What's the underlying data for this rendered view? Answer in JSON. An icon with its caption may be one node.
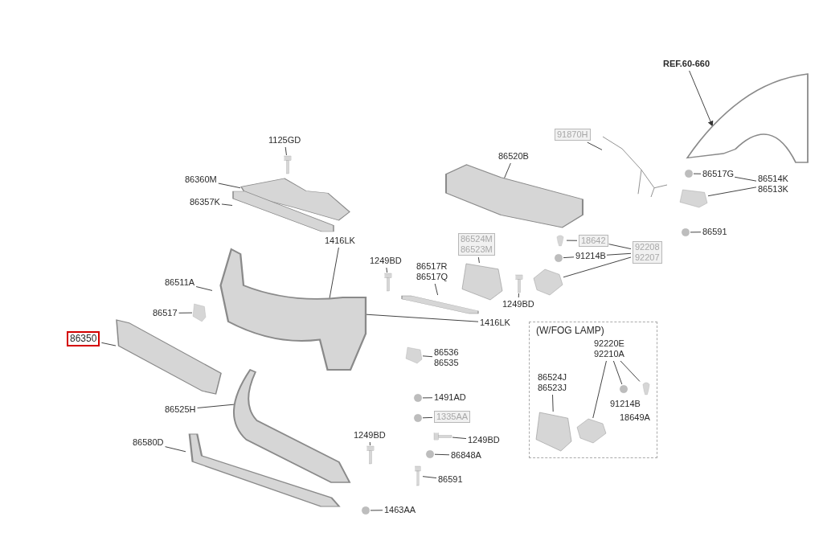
{
  "diagram": {
    "nodes": [
      {
        "text": [
          "REF.60-660"
        ]
      },
      {
        "text": [],
        "shape": "picture"
      },
      {
        "text": [
          "1125GD"
        ]
      },
      {
        "text": [],
        "shape": "picture"
      },
      {
        "text": [
          "91870H"
        ]
      },
      {
        "text": [],
        "shape": "picture"
      },
      {
        "text": [
          "86360M"
        ]
      },
      {
        "text": [],
        "shape": "picture"
      },
      {
        "text": [
          "86520B"
        ]
      },
      {
        "text": [],
        "shape": "picture"
      },
      {
        "text": [
          "86517G"
        ]
      },
      {
        "text": [],
        "shape": "circle"
      },
      {
        "text": [
          "86514K",
          "86513K"
        ]
      },
      {
        "text": [],
        "shape": "picture"
      },
      {
        "text": [
          "86357K"
        ]
      },
      {
        "text": [],
        "shape": "picture"
      },
      {
        "text": [
          "86591"
        ]
      },
      {
        "text": [],
        "shape": "circle"
      },
      {
        "text": [
          "86524M",
          "86523M"
        ]
      },
      {
        "text": [],
        "shape": "picture"
      },
      {
        "text": [
          "18642"
        ]
      },
      {
        "text": [],
        "shape": "picture"
      },
      {
        "text": [
          "92208",
          "92207"
        ]
      },
      {
        "text": [
          "91214B"
        ]
      },
      {
        "text": [],
        "shape": "circle"
      },
      {
        "text": [],
        "shape": "picture"
      },
      {
        "text": [
          "1249BD"
        ]
      },
      {
        "text": [],
        "shape": "picture"
      },
      {
        "text": [
          "86517R",
          "86517Q"
        ]
      },
      {
        "text": [],
        "shape": "picture"
      },
      {
        "text": [
          "86511A"
        ]
      },
      {
        "text": [],
        "shape": "picture"
      },
      {
        "text": [
          "1249BD"
        ]
      },
      {
        "text": [],
        "shape": "picture"
      },
      {
        "text": [
          "1416LK"
        ]
      },
      {
        "text": [
          "86517"
        ]
      },
      {
        "text": [],
        "shape": "picture"
      },
      {
        "text": [
          "1416LK"
        ]
      },
      {
        "text": [
          "(W/FOG LAMP)"
        ]
      },
      {
        "text": [
          "92220E",
          "92210A"
        ],
        "in": 38
      },
      {
        "text": [
          "86524J",
          "86523J"
        ],
        "in": 38
      },
      {
        "text": [],
        "shape": "picture",
        "in": 38
      },
      {
        "text": [],
        "shape": "picture",
        "in": 38
      },
      {
        "text": [],
        "shape": "circle",
        "in": 38
      },
      {
        "text": [],
        "shape": "picture",
        "in": 38
      },
      {
        "text": [
          "86350"
        ]
      },
      {
        "text": [],
        "shape": "picture"
      },
      {
        "text": [
          "86536",
          "86535"
        ]
      },
      {
        "text": [],
        "shape": "picture"
      },
      {
        "text": [
          "1491AD"
        ]
      },
      {
        "text": [],
        "shape": "circle"
      },
      {
        "text": [
          "86525H"
        ]
      },
      {
        "text": [],
        "shape": "picture"
      },
      {
        "text": [
          "1335AA"
        ]
      },
      {
        "text": [],
        "shape": "circle"
      },
      {
        "text": [
          "1249BD"
        ]
      },
      {
        "text": [],
        "shape": "picture"
      },
      {
        "text": [
          "1249BD"
        ]
      },
      {
        "text": [],
        "shape": "picture"
      },
      {
        "text": [
          "86580D"
        ]
      },
      {
        "text": [],
        "shape": "picture"
      },
      {
        "text": [
          "86848A"
        ]
      },
      {
        "text": [],
        "shape": "circle"
      },
      {
        "text": [
          "86591"
        ]
      },
      {
        "text": [],
        "shape": "picture"
      },
      {
        "text": [
          "1463AA"
        ]
      },
      {
        "text": [],
        "shape": "circle"
      }
    ],
    "edges": [
      {
        "from": 0,
        "to": 1,
        "arrow": "to"
      },
      {
        "from": 2,
        "to": 3,
        "arrow": "none"
      },
      {
        "from": 4,
        "to": 5,
        "arrow": "none"
      },
      {
        "from": 6,
        "to": 7,
        "arrow": "none"
      },
      {
        "from": 8,
        "to": 9,
        "arrow": "none"
      },
      {
        "from": 10,
        "to": 11,
        "arrow": "none"
      },
      {
        "from": 12,
        "to": 10,
        "arrow": "none"
      },
      {
        "from": 12,
        "to": 13,
        "arrow": "none"
      },
      {
        "from": 14,
        "to": 15,
        "arrow": "none"
      },
      {
        "from": 16,
        "to": 17,
        "arrow": "none"
      },
      {
        "from": 18,
        "to": 19,
        "arrow": "none"
      },
      {
        "from": 20,
        "to": 21,
        "arrow": "none"
      },
      {
        "from": 22,
        "to": 20,
        "arrow": "none"
      },
      {
        "from": 22,
        "to": 23,
        "arrow": "none"
      },
      {
        "from": 22,
        "to": 25,
        "arrow": "none"
      },
      {
        "from": 23,
        "to": 24,
        "arrow": "none"
      },
      {
        "from": 26,
        "to": 27,
        "arrow": "none"
      },
      {
        "from": 28,
        "to": 29,
        "arrow": "none"
      },
      {
        "from": 30,
        "to": 31,
        "arrow": "none"
      },
      {
        "from": 32,
        "to": 33,
        "arrow": "none"
      },
      {
        "from": 34,
        "to": 31,
        "arrow": "none"
      },
      {
        "from": 35,
        "to": 36,
        "arrow": "none"
      },
      {
        "from": 37,
        "to": 31,
        "arrow": "none"
      },
      {
        "from": 39,
        "to": 42,
        "arrow": "none"
      },
      {
        "from": 39,
        "to": 43,
        "arrow": "none"
      },
      {
        "from": 39,
        "to": 44,
        "arrow": "none"
      },
      {
        "from": 40,
        "to": 41,
        "arrow": "none"
      },
      {
        "from": 45,
        "to": 46,
        "arrow": "none"
      },
      {
        "from": 47,
        "to": 48,
        "arrow": "none"
      },
      {
        "from": 49,
        "to": 50,
        "arrow": "none"
      },
      {
        "from": 51,
        "to": 52,
        "arrow": "none"
      },
      {
        "from": 53,
        "to": 54,
        "arrow": "none"
      },
      {
        "from": 55,
        "to": 56,
        "arrow": "none"
      },
      {
        "from": 57,
        "to": 58,
        "arrow": "none"
      },
      {
        "from": 59,
        "to": 60,
        "arrow": "none"
      },
      {
        "from": 61,
        "to": 62,
        "arrow": "none"
      },
      {
        "from": 63,
        "to": 64,
        "arrow": "none"
      },
      {
        "from": 65,
        "to": 66,
        "arrow": "none"
      }
    ],
    "labels": [
      "91214B",
      "18649A"
    ]
  }
}
